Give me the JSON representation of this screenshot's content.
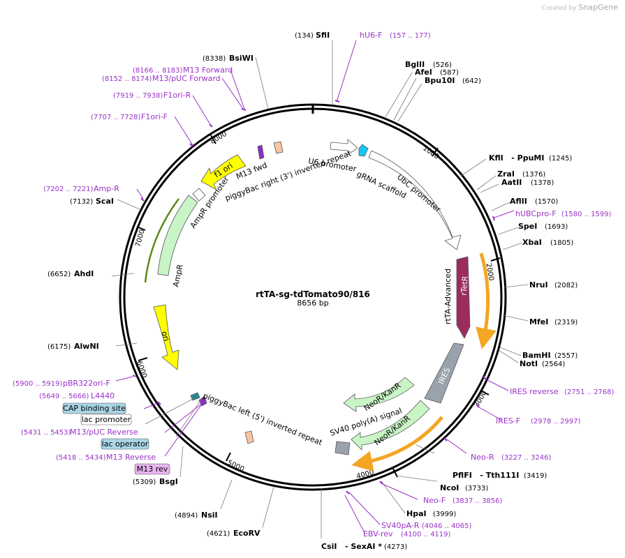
{
  "credit": {
    "prefix": "Created by",
    "brand": "SnapGene"
  },
  "plasmid": {
    "name": "rtTA-sg-tdTomato90/816",
    "size": "8656 bp"
  },
  "colors": {
    "primer": "#9b30c9",
    "enzyme": "#000000",
    "yellow": "#ffff00",
    "green": "#c9f5c6",
    "maroon": "#9b2d5e",
    "gray": "#9aa3ad",
    "orange": "#f3a623",
    "promoter": "#ffffff"
  },
  "ticks": [
    "1000",
    "2000",
    "3000",
    "4000",
    "5000",
    "6000",
    "7000",
    "8000"
  ],
  "labels": [
    {
      "id": "sfii",
      "pos": "(134)",
      "name": "SfiI",
      "kind": "enzyme"
    },
    {
      "id": "hu6f",
      "pos": "(157 .. 177)",
      "name": "hU6-F",
      "kind": "primer"
    },
    {
      "id": "bglii",
      "pos": "(526)",
      "name": "BglII",
      "kind": "enzyme"
    },
    {
      "id": "afei",
      "pos": "(587)",
      "name": "AfeI",
      "kind": "enzyme"
    },
    {
      "id": "bpu10i",
      "pos": "(642)",
      "name": "Bpu10I",
      "kind": "enzyme"
    },
    {
      "id": "kfli",
      "pos": "(1245)",
      "name": "KflI   - PpuMI",
      "kind": "enzyme"
    },
    {
      "id": "zrai",
      "pos": "(1376)",
      "name": "ZraI",
      "kind": "enzyme"
    },
    {
      "id": "aatii",
      "pos": "(1378)",
      "name": "AatII",
      "kind": "enzyme"
    },
    {
      "id": "aflii",
      "pos": "(1570)",
      "name": "AflII",
      "kind": "enzyme"
    },
    {
      "id": "hubc",
      "pos": "(1580 .. 1599)",
      "name": "hUBCpro-F",
      "kind": "primer"
    },
    {
      "id": "spei",
      "pos": "(1693)",
      "name": "SpeI",
      "kind": "enzyme"
    },
    {
      "id": "xbai",
      "pos": "(1805)",
      "name": "XbaI",
      "kind": "enzyme"
    },
    {
      "id": "nrui",
      "pos": "(2082)",
      "name": "NruI",
      "kind": "enzyme"
    },
    {
      "id": "mfei",
      "pos": "(2319)",
      "name": "MfeI",
      "kind": "enzyme"
    },
    {
      "id": "bamhi",
      "pos": "(2557)",
      "name": "BamHI",
      "kind": "enzyme"
    },
    {
      "id": "noti",
      "pos": "(2564)",
      "name": "NotI",
      "kind": "enzyme"
    },
    {
      "id": "iresrev",
      "pos": "(2751 .. 2768)",
      "name": "IRES reverse",
      "kind": "primer"
    },
    {
      "id": "iresf",
      "pos": "(2978 .. 2997)",
      "name": "IRES-F",
      "kind": "primer"
    },
    {
      "id": "neor",
      "pos": "(3227 .. 3246)",
      "name": "Neo-R",
      "kind": "primer"
    },
    {
      "id": "pflfi",
      "pos": "(3419)",
      "name": "PflFI   - Tth111I",
      "kind": "enzyme"
    },
    {
      "id": "ncoi",
      "pos": "(3733)",
      "name": "NcoI",
      "kind": "enzyme"
    },
    {
      "id": "neof",
      "pos": "(3837 .. 3856)",
      "name": "Neo-F",
      "kind": "primer"
    },
    {
      "id": "hpai",
      "pos": "(3999)",
      "name": "HpaI",
      "kind": "enzyme"
    },
    {
      "id": "sv40par",
      "pos": "(4046 .. 4065)",
      "name": "SV40pA-R",
      "kind": "primer"
    },
    {
      "id": "ebvrev",
      "pos": "(4100 .. 4119)",
      "name": "EBV-rev",
      "kind": "primer"
    },
    {
      "id": "csii",
      "pos": "(4273)",
      "name": "CsiI   - SexAI *",
      "kind": "enzyme"
    },
    {
      "id": "ecorv",
      "pos": "(4621)",
      "name": "EcoRV",
      "kind": "enzyme"
    },
    {
      "id": "nsii",
      "pos": "(4894)",
      "name": "NsiI",
      "kind": "enzyme"
    },
    {
      "id": "bsgi",
      "pos": "(5309)",
      "name": "BsgI",
      "kind": "enzyme"
    },
    {
      "id": "m13rev2",
      "pos": "(5418 .. 5434)",
      "name": "M13 Reverse",
      "kind": "primer"
    },
    {
      "id": "m13puc",
      "pos": "(5431 .. 5453)",
      "name": "M13/pUC Reverse",
      "kind": "primer"
    },
    {
      "id": "l4440",
      "pos": "(5649 .. 5666)",
      "name": "L4440",
      "kind": "primer"
    },
    {
      "id": "pbr",
      "pos": "(5900 .. 5919)",
      "name": "pBR322ori-F",
      "kind": "primer"
    },
    {
      "id": "alwni",
      "pos": "(6175)",
      "name": "AlwNI",
      "kind": "enzyme"
    },
    {
      "id": "ahdi",
      "pos": "(6652)",
      "name": "AhdI",
      "kind": "enzyme"
    },
    {
      "id": "scai",
      "pos": "(7132)",
      "name": "ScaI",
      "kind": "enzyme"
    },
    {
      "id": "ampr",
      "pos": "(7202 .. 7221)",
      "name": "Amp-R",
      "kind": "primer"
    },
    {
      "id": "f1orif",
      "pos": "(7707 .. 7728)",
      "name": "F1ori-F",
      "kind": "primer"
    },
    {
      "id": "f1orir",
      "pos": "(7919 .. 7938)",
      "name": "F1ori-R",
      "kind": "primer"
    },
    {
      "id": "m13pucf",
      "pos": "(8152 .. 8174)",
      "name": "M13/pUC Forward",
      "kind": "primer"
    },
    {
      "id": "m13f",
      "pos": "(8166 .. 8183)",
      "name": "M13 Forward",
      "kind": "primer"
    },
    {
      "id": "bsiwi",
      "pos": "(8338)",
      "name": "BsiWI",
      "kind": "enzyme"
    }
  ],
  "boxed": [
    {
      "id": "cap",
      "name": "CAP binding site",
      "fill": "#a9d6e6"
    },
    {
      "id": "lacp",
      "name": "lac promoter",
      "fill": "#ffffff"
    },
    {
      "id": "laco",
      "name": "lac operator",
      "fill": "#a9d6e6"
    },
    {
      "id": "m13revbox",
      "name": "M13 rev",
      "fill": "#e8b4f0"
    }
  ],
  "features": {
    "u6": "U6 promoter",
    "grna": "gRNA scaffold",
    "ubc": "UbC promoter",
    "rtetr": "rTetR",
    "rtta": "rtTA-Advanced",
    "ires": "IRES",
    "neokan1": "NeoR/KanR",
    "neokan2": "NeoR/KanR",
    "sv40": "SV40 poly(A) signal",
    "pbleft": "piggyBac left (5') inverted repeat",
    "ori": "ori",
    "ampr": "AmpR",
    "amprprom": "AmpR promoter",
    "f1ori": "f1 ori",
    "m13fwd": "M13 fwd",
    "pbright": "piggyBac right (3') inverted repeat"
  }
}
